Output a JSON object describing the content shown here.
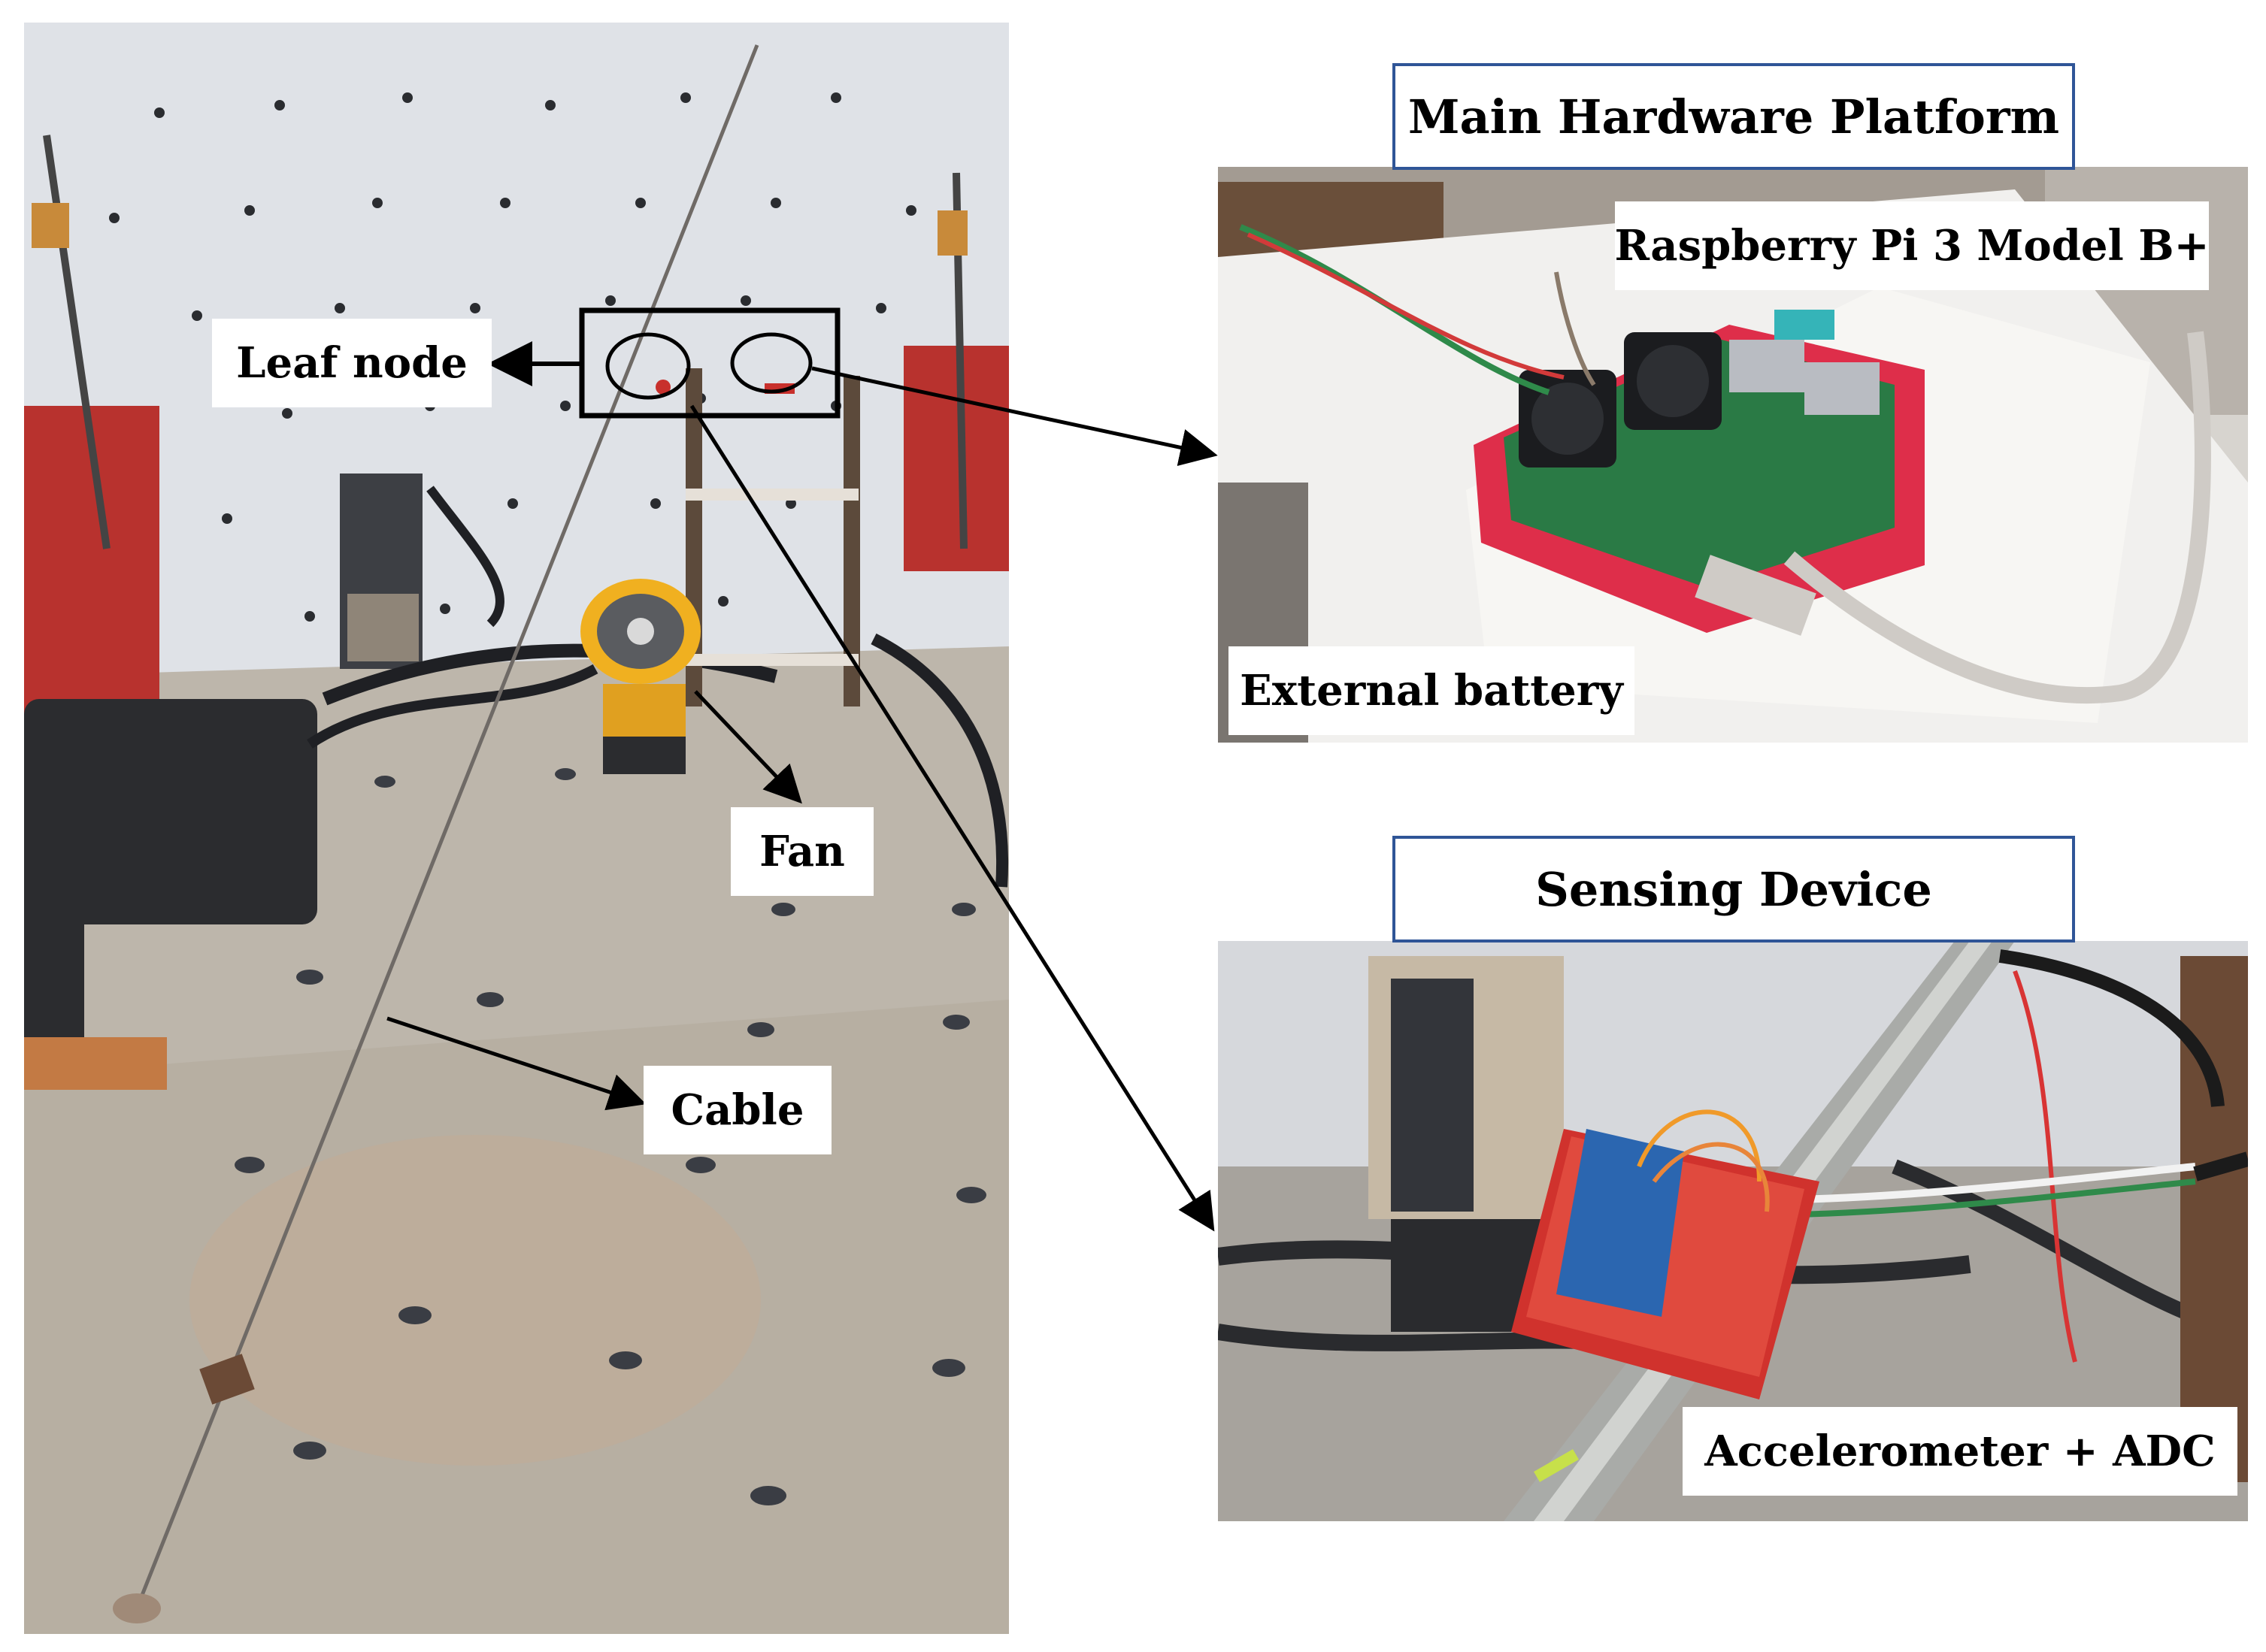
{
  "titles": {
    "main_platform": "Main Hardware Platform",
    "sensing_device": "Sensing Device"
  },
  "labels": {
    "leaf_node": "Leaf node",
    "fan": "Fan",
    "cable": "Cable",
    "raspberry_pi": "Raspberry Pi 3 Model B+",
    "external_battery": "External battery",
    "accelerometer": "Accelerometer + ADC"
  },
  "colors": {
    "title_border": "#2f5597",
    "annotation": "#000000"
  }
}
